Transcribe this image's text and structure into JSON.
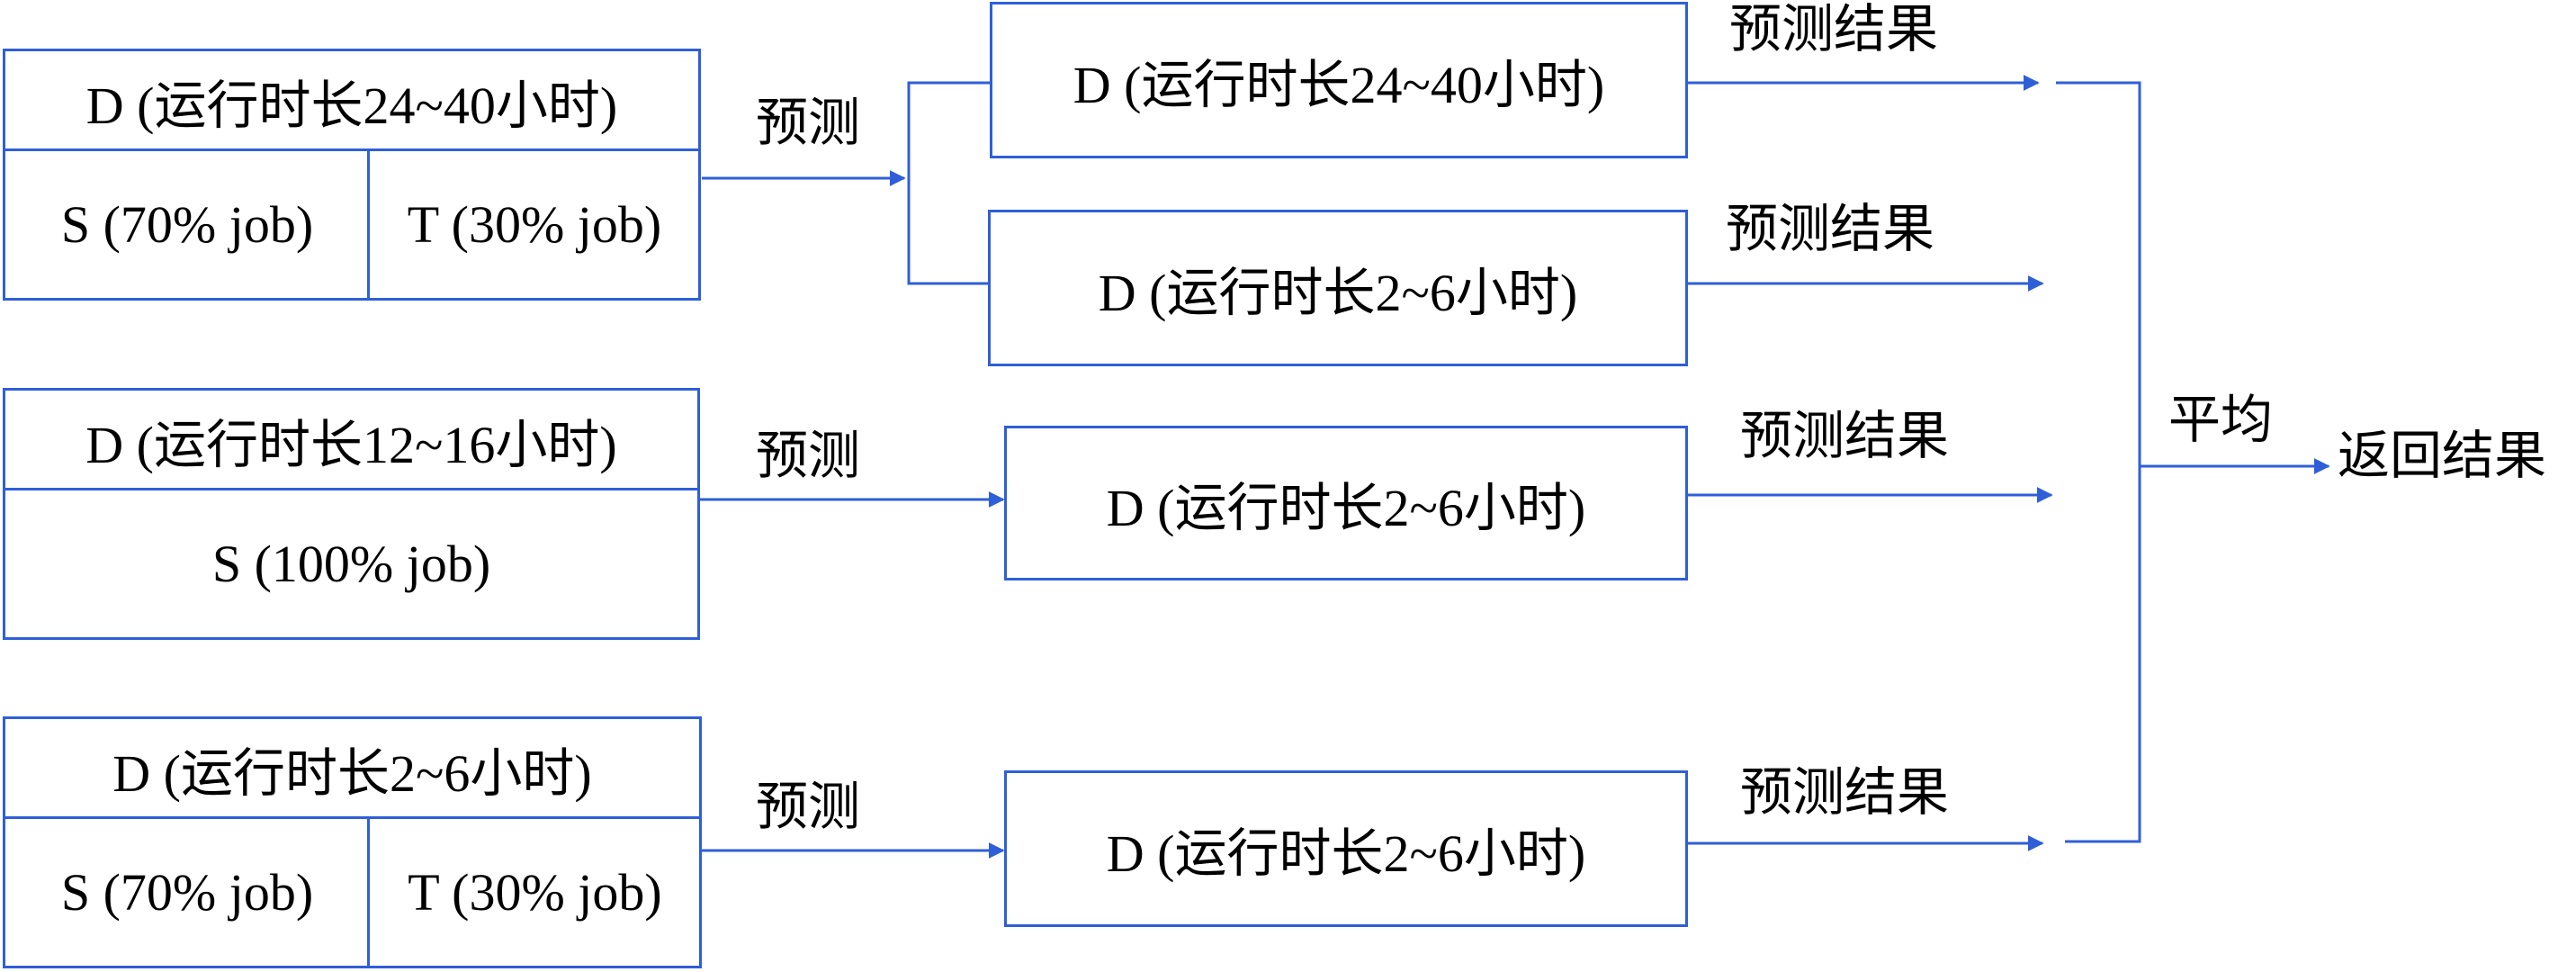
{
  "left_blocks": [
    {
      "title": "D (运行时长24~40小时)",
      "cells": [
        "S (70% job)",
        "T (30% job)"
      ]
    },
    {
      "title": "D (运行时长12~16小时)",
      "cells": [
        "S (100% job)"
      ]
    },
    {
      "title": "D (运行时长2~6小时)",
      "cells": [
        "S (70% job)",
        "T (30% job)"
      ]
    }
  ],
  "predict_labels": [
    "预测",
    "预测",
    "预测"
  ],
  "middle_boxes": [
    "D (运行时长24~40小时)",
    "D (运行时长2~6小时)",
    "D (运行时长2~6小时)",
    "D (运行时长2~6小时)"
  ],
  "result_labels": [
    "预测结果",
    "预测结果",
    "预测结果",
    "预测结果"
  ],
  "average_label": "平均",
  "return_label": "返回结果",
  "colors": {
    "line": "#2f5fd8",
    "text": "#000000"
  }
}
